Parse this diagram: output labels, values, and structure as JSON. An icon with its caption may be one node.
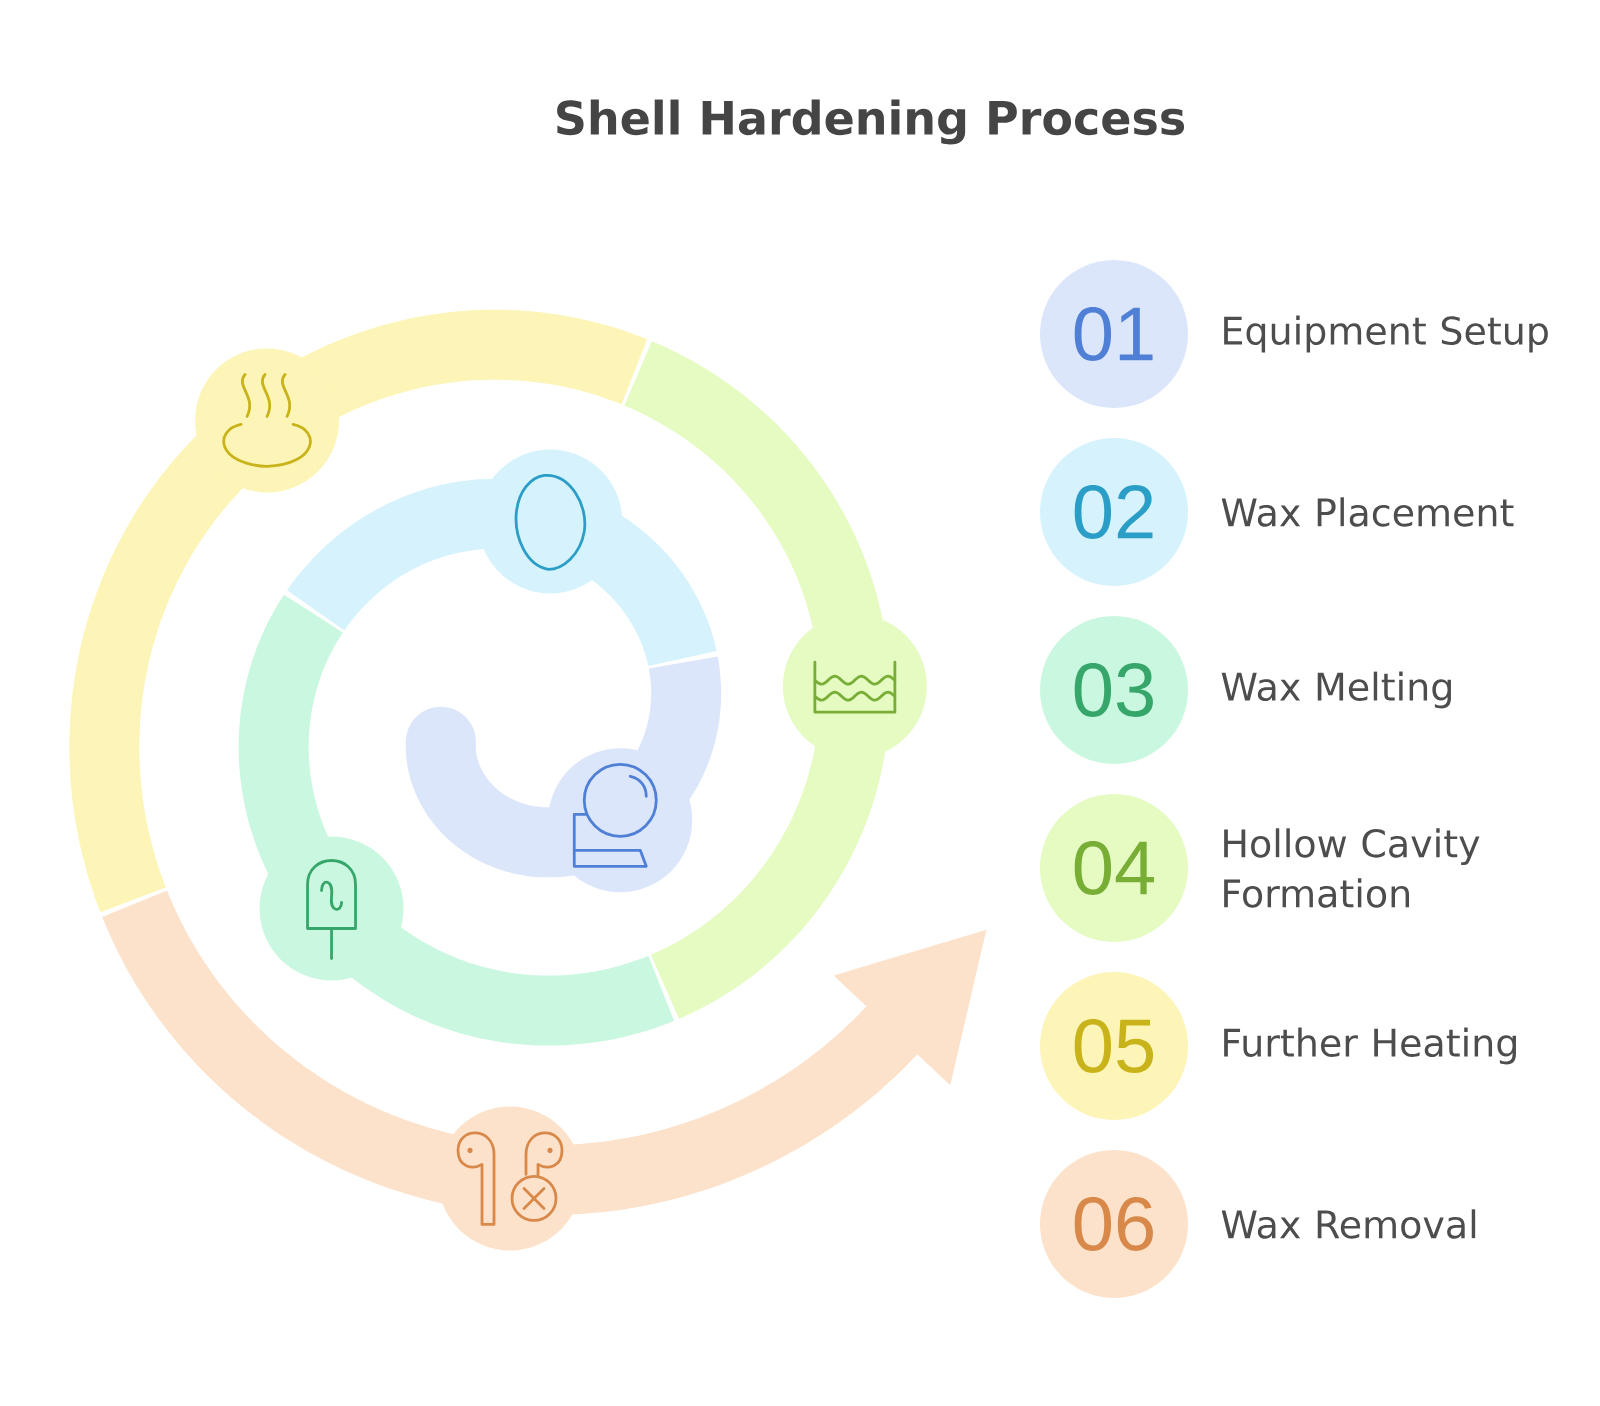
{
  "diagram": {
    "title": "Shell Hardening Process",
    "nodes": [
      {
        "text": [
          "01"
        ],
        "beside": [
          "Equipment Setup"
        ]
      },
      {
        "text": [
          "02"
        ],
        "beside": [
          "Wax Placement"
        ]
      },
      {
        "text": [
          "03"
        ],
        "beside": [
          "Wax Melting"
        ]
      },
      {
        "text": [
          "04"
        ],
        "beside": [
          "Hollow Cavity Formation"
        ]
      },
      {
        "text": [
          "05"
        ],
        "beside": [
          "Further Heating"
        ]
      },
      {
        "text": [
          "06"
        ],
        "beside": [
          "Wax Removal"
        ]
      },
      {
        "text": [],
        "shape": "circle"
      },
      {
        "text": [],
        "shape": "circle"
      },
      {
        "text": [],
        "shape": "circle"
      },
      {
        "text": [],
        "shape": "circle"
      },
      {
        "text": [],
        "shape": "circle"
      },
      {
        "text": [],
        "shape": "circle"
      }
    ]
  }
}
